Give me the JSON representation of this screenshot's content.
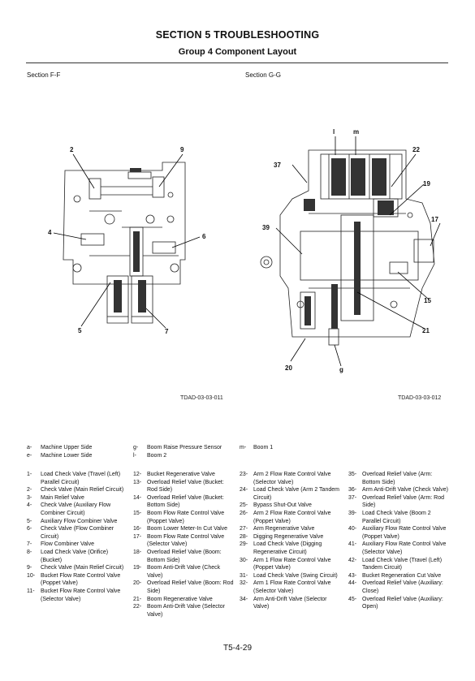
{
  "header": {
    "title": "SECTION 5 TROUBLESHOOTING",
    "subtitle": "Group 4 Component Layout"
  },
  "figures": {
    "left": {
      "section": "Section F-F",
      "code": "TDAD-03-03-011",
      "callouts": [
        "2",
        "9",
        "4",
        "6",
        "5",
        "7"
      ]
    },
    "right": {
      "section": "Section G-G",
      "code": "TDAD-03-03-012",
      "callouts": [
        "l",
        "m",
        "37",
        "22",
        "19",
        "17",
        "39",
        "15",
        "21",
        "20",
        "g"
      ]
    }
  },
  "legend_letters": [
    [
      {
        "key": "a-",
        "text": "Machine Upper Side"
      },
      {
        "key": "e-",
        "text": "Machine Lower Side"
      }
    ],
    [
      {
        "key": "g-",
        "text": "Boom Raise Pressure Sensor"
      },
      {
        "key": "l-",
        "text": "Boom 2"
      }
    ],
    [
      {
        "key": "m-",
        "text": "Boom 1"
      }
    ]
  ],
  "legend_columns": [
    [
      {
        "key": "1-",
        "text": "Load Check Valve (Travel (Left) Parallel Circuit)"
      },
      {
        "key": "2-",
        "text": "Check Valve (Main Relief Circuit)"
      },
      {
        "key": "3-",
        "text": "Main Relief Valve"
      },
      {
        "key": "4-",
        "text": "Check Valve (Auxiliary Flow Combiner Circuit)"
      },
      {
        "key": "5-",
        "text": "Auxiliary Flow Combiner Valve"
      },
      {
        "key": "6-",
        "text": "Check Valve (Flow Combiner Circuit)"
      },
      {
        "key": "7-",
        "text": "Flow Combiner Valve"
      },
      {
        "key": "8-",
        "text": "Load Check Valve (Orifice) (Bucket)"
      },
      {
        "key": "9-",
        "text": "Check Valve (Main Relief Circuit)"
      },
      {
        "key": "10-",
        "text": "Bucket Flow Rate Control Valve (Poppet Valve)"
      },
      {
        "key": "11-",
        "text": "Bucket Flow Rate Control Valve (Selector Valve)"
      }
    ],
    [
      {
        "key": "12-",
        "text": "Bucket Regenerative Valve"
      },
      {
        "key": "13-",
        "text": "Overload Relief Valve (Bucket: Rod Side)"
      },
      {
        "key": "14-",
        "text": "Overload Relief Valve (Bucket: Bottom Side)"
      },
      {
        "key": "15-",
        "text": "Boom Flow Rate Control Valve (Poppet Valve)"
      },
      {
        "key": "16-",
        "text": "Boom Lower Meter-In Cut Valve"
      },
      {
        "key": "17-",
        "text": "Boom Flow Rate Control Valve (Selector Valve)"
      },
      {
        "key": "18-",
        "text": "Overload Relief Valve (Boom: Bottom Side)"
      },
      {
        "key": "19-",
        "text": "Boom Anti-Drift Valve (Check Valve)"
      },
      {
        "key": "20-",
        "text": "Overload Relief Valve (Boom: Rod Side)"
      },
      {
        "key": "21-",
        "text": "Boom Regenerative Valve"
      },
      {
        "key": "22-",
        "text": "Boom Anti-Drift Valve (Selector Valve)"
      }
    ],
    [
      {
        "key": "23-",
        "text": "Arm 2 Flow Rate Control Valve (Selector Valve)"
      },
      {
        "key": "24-",
        "text": "Load Check Valve (Arm 2 Tandem Circuit)"
      },
      {
        "key": "25-",
        "text": "Bypass Shut-Out Valve"
      },
      {
        "key": "26-",
        "text": "Arm 2 Flow Rate Control Valve (Poppet Valve)"
      },
      {
        "key": "27-",
        "text": "Arm Regenerative Valve"
      },
      {
        "key": "28-",
        "text": "Digging Regenerative Valve"
      },
      {
        "key": "29-",
        "text": "Load Check Valve (Digging Regenerative Circuit)"
      },
      {
        "key": "30-",
        "text": "Arm 1 Flow Rate Control Valve (Poppet Valve)"
      },
      {
        "key": "31-",
        "text": "Load Check Valve (Swing Circuit)"
      },
      {
        "key": "32-",
        "text": "Arm 1 Flow Rate Control Valve (Selector Valve)"
      },
      {
        "key": "34-",
        "text": "Arm Anti-Drift Valve (Selector Valve)"
      }
    ],
    [
      {
        "key": "35-",
        "text": "Overload Relief Valve (Arm: Bottom Side)"
      },
      {
        "key": "36-",
        "text": "Arm Anti-Drift Valve (Check Valve)"
      },
      {
        "key": "37-",
        "text": "Overload Relief Valve (Arm: Rod Side)"
      },
      {
        "key": "39-",
        "text": "Load Check Valve (Boom 2 Parallel Circuit)"
      },
      {
        "key": "40-",
        "text": "Auxiliary Flow Rate Control Valve (Poppet Valve)"
      },
      {
        "key": "41-",
        "text": "Auxiliary Flow Rate Control Valve (Selector Valve)"
      },
      {
        "key": "42-",
        "text": "Load Check Valve (Travel (Left) Tandem Circuit)"
      },
      {
        "key": "43-",
        "text": "Bucket Regeneration Cut Valve"
      },
      {
        "key": "44-",
        "text": "Overload Relief Valve (Auxiliary: Close)"
      },
      {
        "key": "45-",
        "text": "Overload Relief Valve (Auxiliary: Open)"
      }
    ]
  ],
  "footer": {
    "page": "T5-4-29"
  }
}
